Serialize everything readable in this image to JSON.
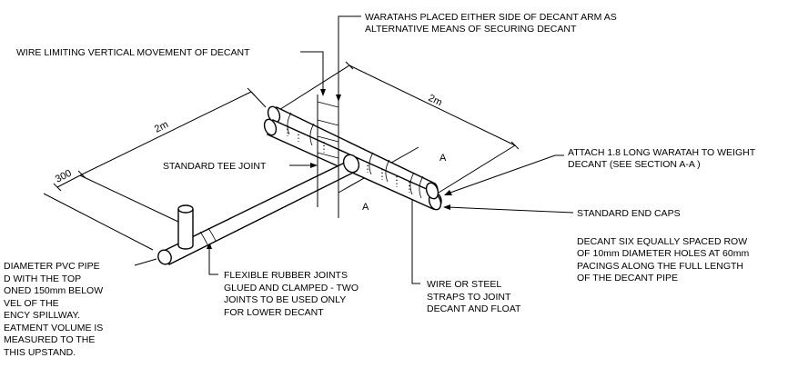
{
  "labels": {
    "waratahs": [
      "WARATAHS PLACED EITHER SIDE OF DECANT ARM AS",
      "ALTERNATIVE MEANS OF SECURING DECANT"
    ],
    "wire_limiting": "WIRE LIMITING VERTICAL MOVEMENT OF DECANT",
    "tee_joint": "STANDARD TEE JOINT",
    "attach_waratah": [
      "ATTACH 1.8 LONG WARATAH TO WEIGHT",
      "DECANT (SEE SECTION A-A )"
    ],
    "end_caps": "STANDARD END CAPS",
    "decant_holes": [
      "DECANT SIX EQUALLY SPACED ROW",
      "OF 10mm DIAMETER HOLES AT 60mm",
      "PACINGS ALONG THE FULL LENGTH",
      "OF THE DECANT PIPE"
    ],
    "flexible_joints": [
      "FLEXIBLE RUBBER JOINTS",
      "GLUED AND CLAMPED - TWO",
      "JOINTS TO BE USED ONLY",
      "FOR LOWER DECANT"
    ],
    "wire_straps": [
      "WIRE OR STEEL",
      "STRAPS TO JOINT",
      "DECANT AND FLOAT"
    ],
    "pvc_pipe": [
      "DIAMETER PVC PIPE",
      "D WITH THE TOP",
      "ONED 150mm BELOW",
      "VEL OF THE",
      "ENCY SPILLWAY.",
      "EATMENT VOLUME IS",
      "MEASURED TO THE",
      "THIS UPSTAND."
    ]
  },
  "dimensions": {
    "left_length": "2m",
    "right_length": "2m",
    "offset": "300"
  },
  "section_marks": {
    "upper": "A",
    "lower": "A"
  }
}
